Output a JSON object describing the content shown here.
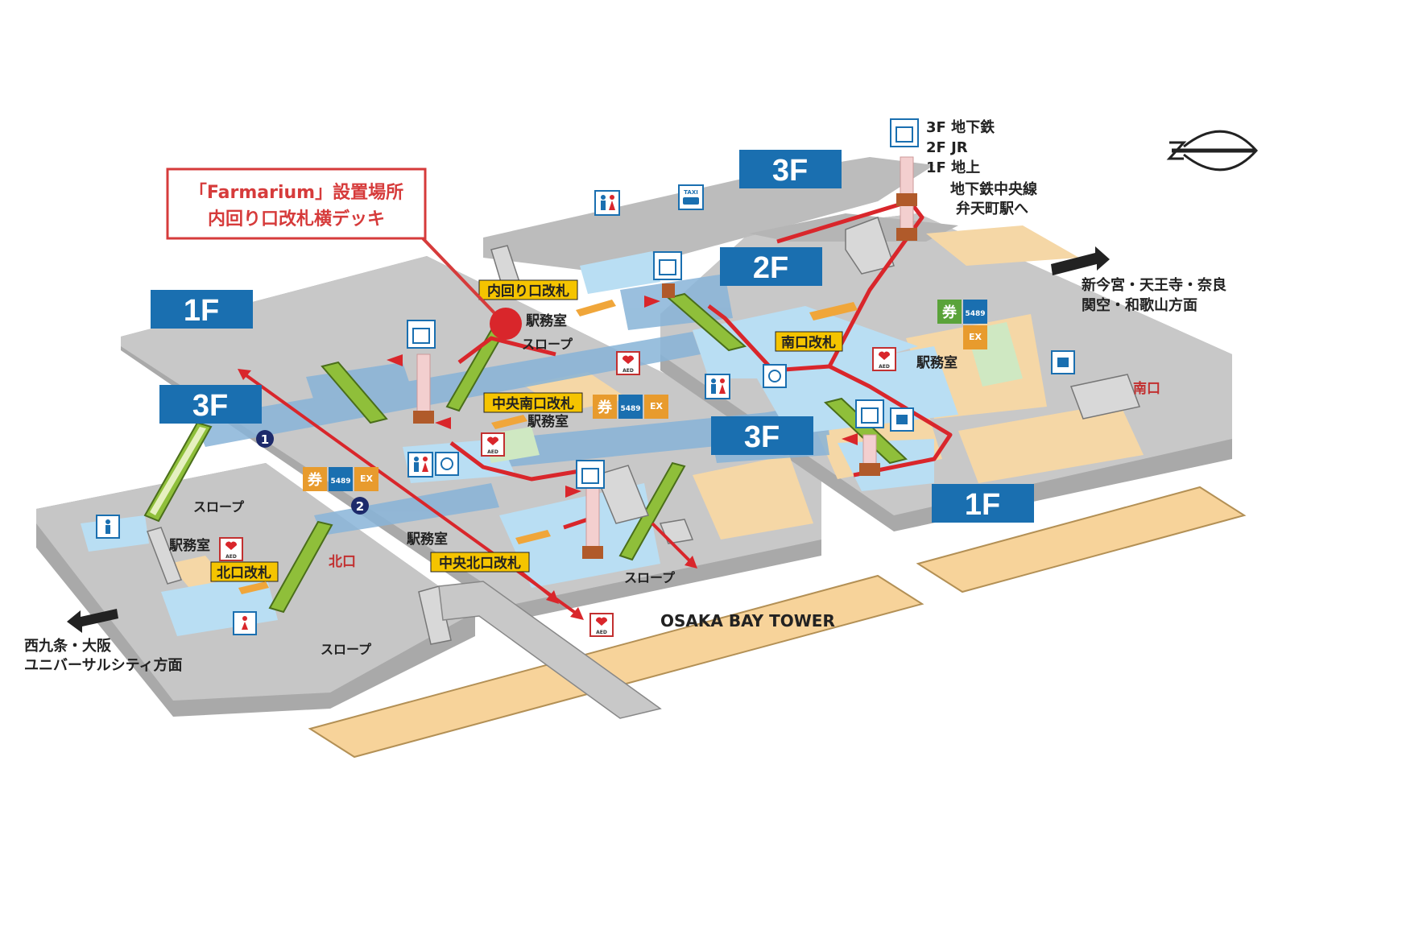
{
  "callout": {
    "line1": "「Farmarium」設置場所",
    "line2": "内回り口改札横デッキ",
    "color": "#d63b3b"
  },
  "floors": {
    "f1_left": "1F",
    "f3_left": "3F",
    "f3_top": "3F",
    "f2_center": "2F",
    "f3_right": "3F",
    "f1_right": "1F",
    "badge_color": "#1a6fb0"
  },
  "elevator_info": {
    "l1": "3F 地下鉄",
    "l2": "2F JR",
    "l3": "1F 地上",
    "subway": "地下鉄中央線",
    "subway2": "弁天町駅へ"
  },
  "gates": {
    "uchimawari": "内回り口改札",
    "chuo_minami": "中央南口改札",
    "minami": "南口改札",
    "kita": "北口改札",
    "chuo_kita": "中央北口改札",
    "gate_color": "#f5c400"
  },
  "offices": {
    "o1": "駅務室",
    "o2": "駅務室",
    "o3": "駅務室",
    "o4": "駅務室",
    "o5": "駅務室"
  },
  "slopes": {
    "s1": "スロープ",
    "s2": "スロープ",
    "s3": "スロープ",
    "s4": "スロープ"
  },
  "exits": {
    "kitaguchi": "北口",
    "minamiguchi": "南口"
  },
  "directions": {
    "east_1": "新今宮・天王寺・奈良",
    "east_2": "関空・和歌山方面",
    "west_1": "西九条・大阪",
    "west_2": "ユニバーサルシティ方面"
  },
  "landmarks": {
    "bay_tower": "OSAKA BAY TOWER"
  },
  "markers": {
    "m1": "1",
    "m2": "2"
  },
  "icons": {
    "aed": "AED",
    "ticket": "券",
    "taxi": "TAXI",
    "ex": "EX",
    "five489": "5489"
  }
}
